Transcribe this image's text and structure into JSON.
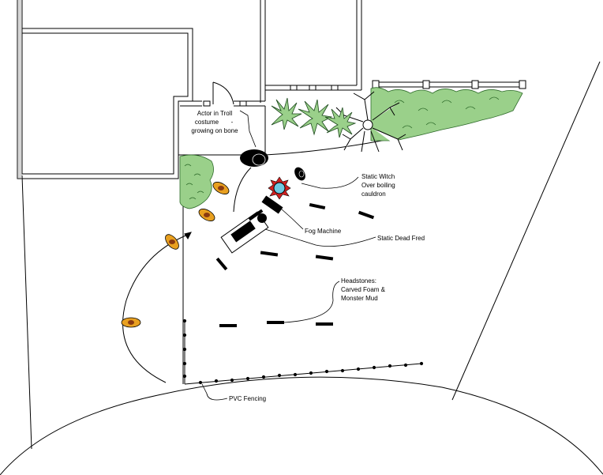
{
  "labels": {
    "actor_line1": "Actor in Troll",
    "actor_line2": "costume",
    "actor_line3": "growing on bone",
    "witch_line1": "Static Witch",
    "witch_line2": "Over boiling",
    "witch_line3": "cauldron",
    "fog": "Fog Machine",
    "dead_fred": "Static Dead Fred",
    "headstones_line1": "Headstones:",
    "headstones_line2": "Carved Foam &",
    "headstones_line3": "Monster Mud",
    "pvc": "PVC Fencing"
  },
  "colors": {
    "line": "#000000",
    "shrub": "#9ad08a",
    "shrub_dark": "#2e6b2a",
    "visitor_fill": "#e8a020",
    "visitor_center": "#8a3a10",
    "cauldron": "#6ec8e0",
    "fire": "#d02020",
    "wall_fill": "#ffffff",
    "wall_gray": "#888888"
  },
  "icons": {
    "visitor": "walking-visitor-icon",
    "palm": "palm-plant-icon",
    "tree": "bare-tree-icon",
    "figure": "lying-body-icon"
  }
}
